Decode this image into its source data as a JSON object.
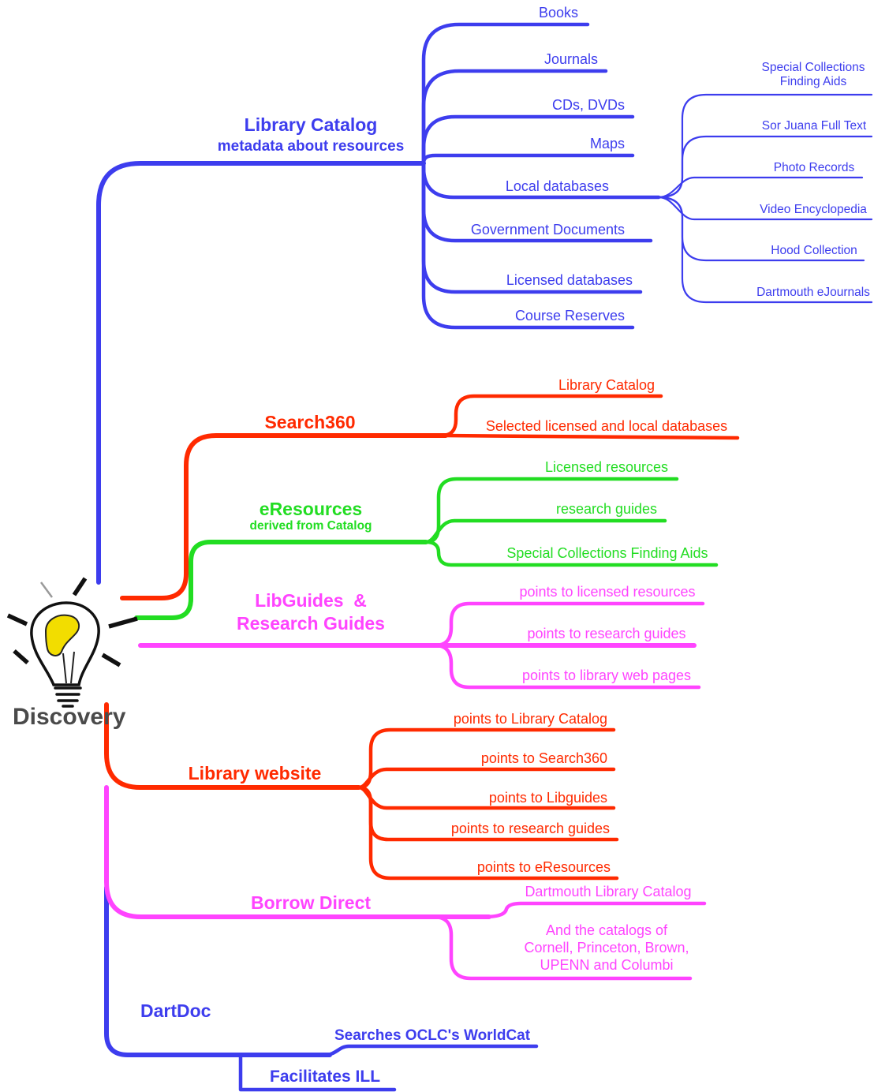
{
  "colors": {
    "blue": "#3d3dee",
    "red": "#ff2a00",
    "green": "#22dd22",
    "magenta": "#ff44ff",
    "center_label": "#4a4a4a",
    "bulb_glow": "#f2dd00"
  },
  "center": {
    "label": "Discovery",
    "icon": "light-bulb-icon"
  },
  "library_catalog": {
    "title": "Library Catalog",
    "subtitle": "metadata about resources",
    "children": [
      "Books",
      "Journals",
      "CDs, DVDs",
      "Maps",
      "Local databases",
      "Government Documents",
      "Licensed databases",
      "Course Reserves"
    ],
    "local_databases_children": [
      {
        "lines": [
          "Special Collections",
          "Finding Aids"
        ]
      },
      {
        "lines": [
          "Sor Juana Full Text"
        ]
      },
      {
        "lines": [
          "Photo Records"
        ]
      },
      {
        "lines": [
          "Video Encyclopedia"
        ]
      },
      {
        "lines": [
          "Hood Collection"
        ]
      },
      {
        "lines": [
          "Dartmouth eJournals"
        ]
      }
    ]
  },
  "search360": {
    "title": "Search360",
    "children": [
      "Library Catalog",
      "Selected licensed and local databases"
    ]
  },
  "eresources": {
    "title": "eResources",
    "subtitle": "derived from Catalog",
    "children": [
      "Licensed resources",
      "research guides",
      "Special Collections Finding Aids"
    ]
  },
  "libguides": {
    "title_lines": [
      "LibGuides  &",
      "Research Guides"
    ],
    "children": [
      "points to licensed resources",
      "points to research guides",
      "points to library web pages"
    ]
  },
  "library_website": {
    "title": "Library website",
    "children": [
      "points to Library Catalog",
      "points to Search360",
      "points to Libguides",
      "points to research guides",
      "points to eResources"
    ]
  },
  "borrow_direct": {
    "title": "Borrow Direct",
    "children": [
      {
        "lines": [
          "Dartmouth Library Catalog"
        ]
      },
      {
        "lines": [
          "And the catalogs of",
          "Cornell, Princeton, Brown,",
          "UPENN and Columbi"
        ]
      }
    ]
  },
  "dartdoc": {
    "title": "DartDoc",
    "children": [
      "Searches OCLC's WorldCat",
      "Facilitates ILL"
    ]
  }
}
